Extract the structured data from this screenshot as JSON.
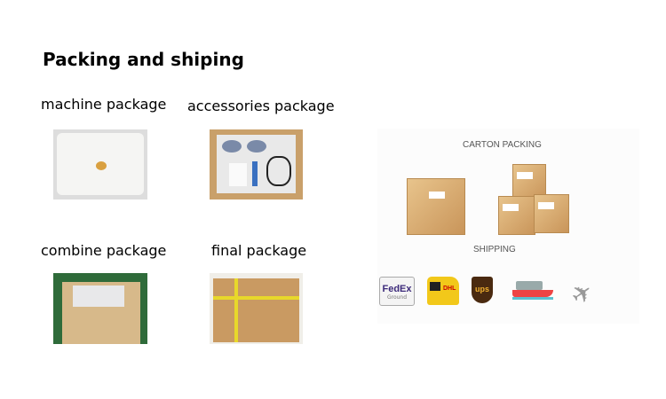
{
  "title": "Packing and shiping",
  "packages": [
    {
      "label": "machine package"
    },
    {
      "label": "accessories package"
    },
    {
      "label": "combine package"
    },
    {
      "label": "final package"
    }
  ],
  "right_panel": {
    "carton_heading": "CARTON PACKING",
    "shipping_heading": "SHIPPING",
    "carriers": [
      {
        "name": "FedEx",
        "sub": "Ground",
        "icon": "fedex-logo"
      },
      {
        "name": "DHL",
        "icon": "dhl-van-icon"
      },
      {
        "name": "UPS",
        "icon": "ups-logo"
      },
      {
        "name": "ship",
        "icon": "cargo-ship-icon"
      },
      {
        "name": "plane",
        "icon": "airplane-icon"
      }
    ]
  }
}
